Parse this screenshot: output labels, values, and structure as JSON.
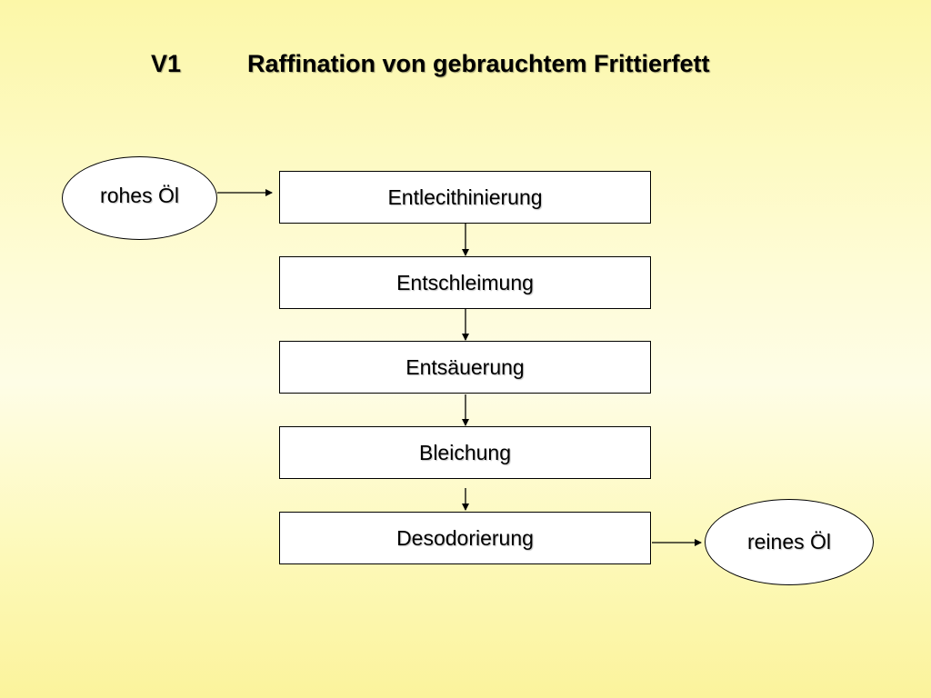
{
  "title": {
    "number": "V1",
    "text": "Raffination von gebrauchtem Frittierfett"
  },
  "input": {
    "label": "rohes Öl"
  },
  "output": {
    "label": "reines Öl"
  },
  "steps": [
    {
      "label": "Entlecithinierung"
    },
    {
      "label": "Entschleimung"
    },
    {
      "label": "Entsäuerung"
    },
    {
      "label": "Bleichung"
    },
    {
      "label": "Desodorierung"
    }
  ]
}
